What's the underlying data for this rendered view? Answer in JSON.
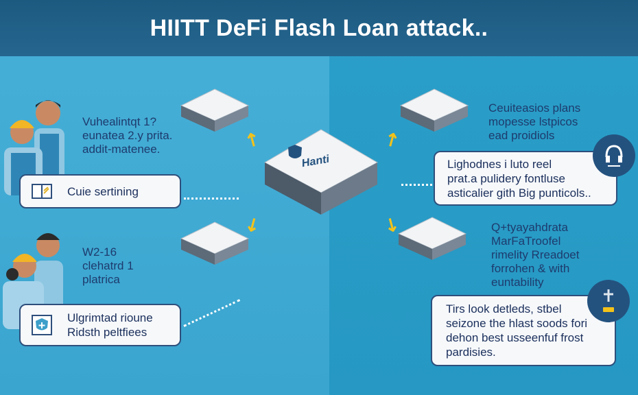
{
  "header": {
    "title": "HIITT DeFi Flash Loan attack.."
  },
  "center_server": {
    "label": "Hanti"
  },
  "left": {
    "top_text": [
      "Vuhealintqt 1?",
      "eunatea 2.y prita.",
      "addit-matenee."
    ],
    "card1": {
      "label": "Cuie sertining",
      "icon": "book-icon"
    },
    "bottom_text": [
      "W2-16",
      "clehatrd 1",
      "platrica"
    ],
    "card2": {
      "lines": [
        "Ulgrimtad rioune",
        "Ridsth peltfiees"
      ],
      "icon": "shield-plus-icon"
    }
  },
  "right": {
    "top_text": [
      "Ceuiteasios plans",
      "mopesse lstpicos",
      "ead proidiols"
    ],
    "card1": {
      "lines": [
        "Lighodnes i luto reel",
        "prat.a pulidery fontluse",
        "asticalier gith Big punticols.."
      ],
      "icon": "headset-icon"
    },
    "bottom_text": [
      "Q+tyayahdrata",
      "MarFaTroofel",
      "rimelity Rreadoet",
      "forrohen & with",
      "euntability"
    ],
    "card2": {
      "lines": [
        "Tirs look detleds, stbel",
        "seizone the hlast soods fori",
        "dehon best usseenfuf frost",
        "pardisies."
      ],
      "icon": "tool-icon"
    }
  },
  "colors": {
    "header": "#1d5a80",
    "accent": "#f3c21a",
    "text": "#1e3b6e"
  }
}
